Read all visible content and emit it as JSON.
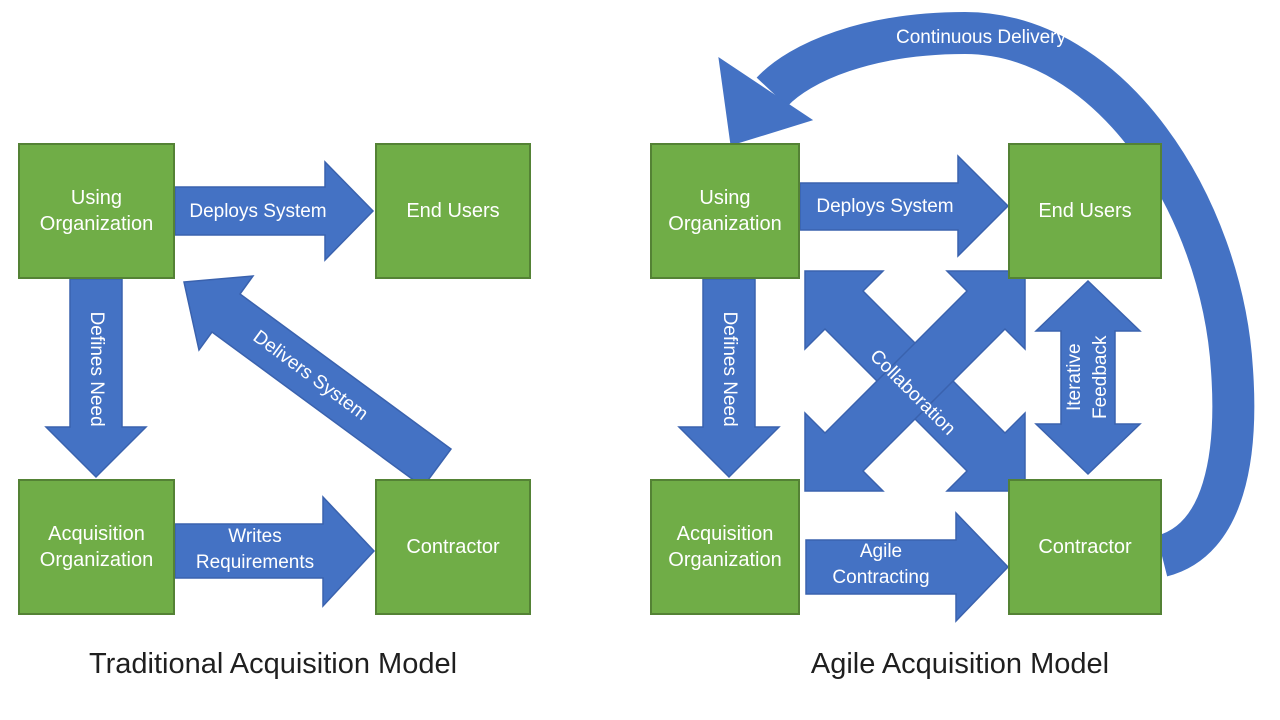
{
  "background": "#FFFFFF",
  "colors": {
    "box_fill": "#70AD47",
    "box_border": "#548235",
    "arrow_fill": "#4472C4",
    "arrow_border": "#3A62AE",
    "shape_text": "#FFFFFF",
    "title_text": "#1F1F1F"
  },
  "traditional": {
    "title": "Traditional Acquisition Model",
    "boxes": {
      "using_org": "Using Organization",
      "end_users": "End Users",
      "acq_org": "Acquisition Organization",
      "contractor": "Contractor"
    },
    "arrows": {
      "deploys_system": "Deploys System",
      "defines_need": "Defines Need",
      "writes_requirements": "Writes Requirements",
      "delivers_system": "Delivers System"
    }
  },
  "agile": {
    "title": "Agile Acquisition Model",
    "boxes": {
      "using_org": "Using Organization",
      "end_users": "End Users",
      "acq_org": "Acquisition Organization",
      "contractor": "Contractor"
    },
    "arrows": {
      "deploys_system": "Deploys System",
      "defines_need": "Defines Need",
      "agile_contracting": "Agile Contracting",
      "iterative_feedback": "Iterative Feedback",
      "collaboration": "Collaboration",
      "continuous_delivery": "Continuous Delivery"
    }
  }
}
